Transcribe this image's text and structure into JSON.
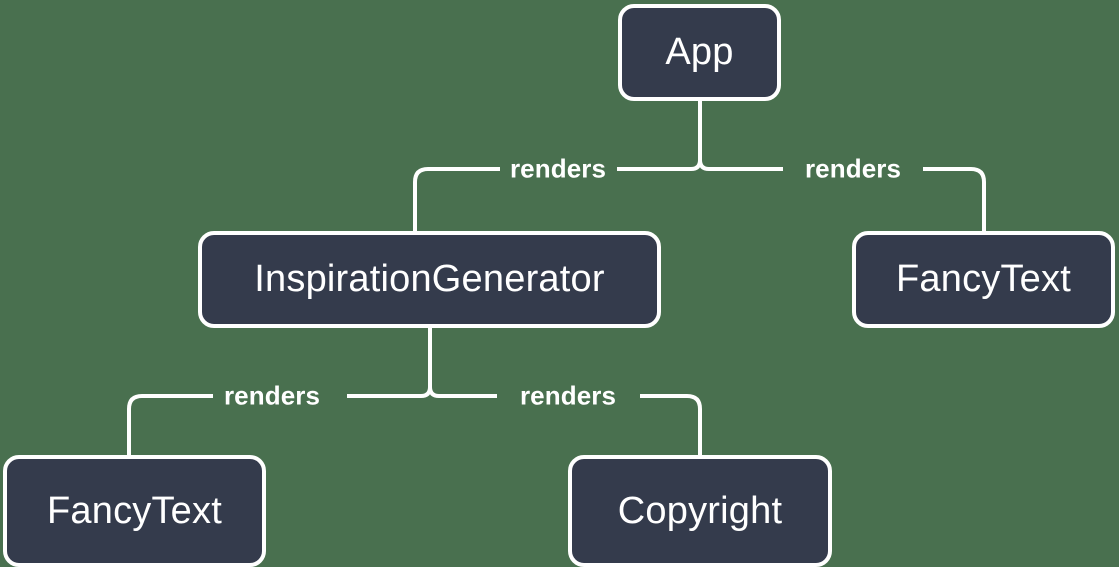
{
  "diagram": {
    "type": "component-tree",
    "background_color": "#49704f",
    "node_fill_color": "#343b4c",
    "node_border_color": "#ffffff",
    "text_color": "#ffffff",
    "nodes": [
      {
        "id": "app",
        "label": "App"
      },
      {
        "id": "inspiration-generator",
        "label": "InspirationGenerator"
      },
      {
        "id": "fancy-text-right",
        "label": "FancyText"
      },
      {
        "id": "fancy-text-bottom-left",
        "label": "FancyText"
      },
      {
        "id": "copyright",
        "label": "Copyright"
      }
    ],
    "edges": [
      {
        "from": "app",
        "to": "inspiration-generator",
        "label": "renders"
      },
      {
        "from": "app",
        "to": "fancy-text-right",
        "label": "renders"
      },
      {
        "from": "inspiration-generator",
        "to": "fancy-text-bottom-left",
        "label": "renders"
      },
      {
        "from": "inspiration-generator",
        "to": "copyright",
        "label": "renders"
      }
    ]
  }
}
